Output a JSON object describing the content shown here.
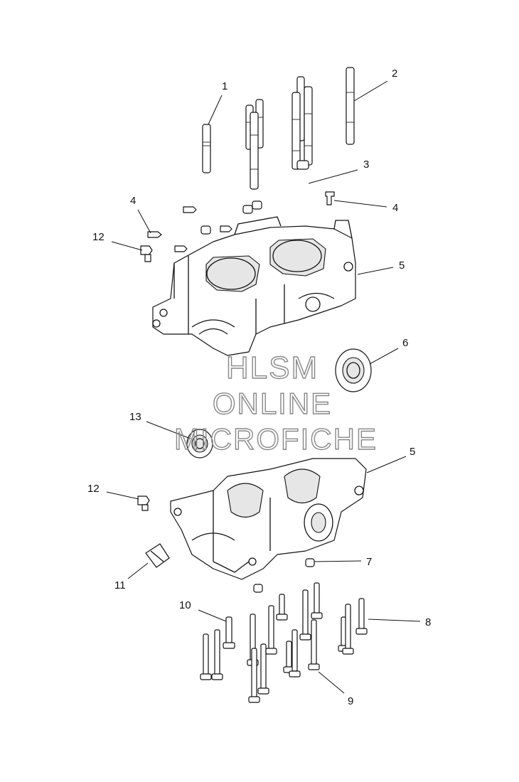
{
  "callouts": [
    {
      "id": "c1",
      "label": "1"
    },
    {
      "id": "c2",
      "label": "2"
    },
    {
      "id": "c3",
      "label": "3"
    },
    {
      "id": "c4a",
      "label": "4"
    },
    {
      "id": "c4b",
      "label": "4"
    },
    {
      "id": "c12a",
      "label": "12"
    },
    {
      "id": "c5a",
      "label": "5"
    },
    {
      "id": "c6",
      "label": "6"
    },
    {
      "id": "c13",
      "label": "13"
    },
    {
      "id": "c5b",
      "label": "5"
    },
    {
      "id": "c12b",
      "label": "12"
    },
    {
      "id": "c7",
      "label": "7"
    },
    {
      "id": "c11",
      "label": "11"
    },
    {
      "id": "c10",
      "label": "10"
    },
    {
      "id": "c8",
      "label": "8"
    },
    {
      "id": "c9",
      "label": "9"
    }
  ],
  "watermark": {
    "line1": "HLSM",
    "line2": "ONLINE",
    "line3": "MICROFICHE"
  },
  "colors": {
    "line": "#111111",
    "background": "#ffffff",
    "watermark": "#888888"
  }
}
